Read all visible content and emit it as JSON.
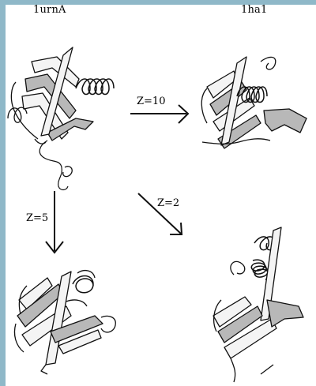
{
  "labels": {
    "source_structure": "1urnA",
    "target_structure": "1ha1"
  },
  "transitions": [
    {
      "label": "Z=10",
      "direction": "right"
    },
    {
      "label": "Z=5",
      "direction": "down"
    },
    {
      "label": "Z=2",
      "direction": "down-right"
    }
  ],
  "colors": {
    "frame": "#8fb8c8",
    "ink": "#111111",
    "ribbon_fill": "#f4f4f4",
    "ribbon_shade": "#b8b8b8"
  }
}
